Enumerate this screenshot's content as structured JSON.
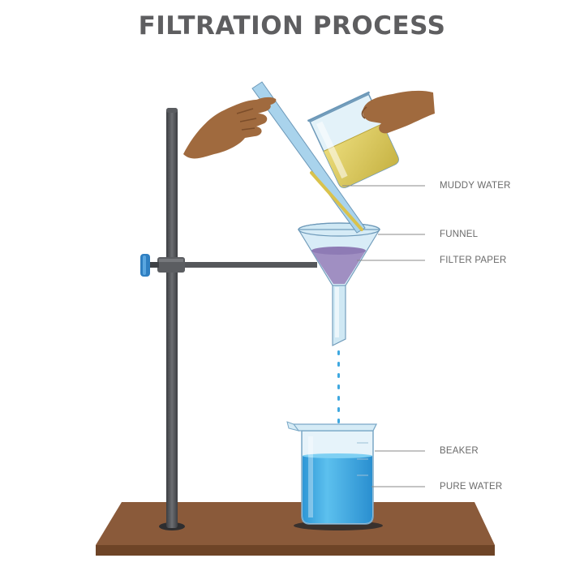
{
  "title": "FILTRATION PROCESS",
  "labels": {
    "muddy_water": "MUDDY WATER",
    "funnel": "FUNNEL",
    "filter_paper": "FILTER PAPER",
    "beaker": "BEAKER",
    "pure_water": "PURE WATER"
  },
  "colors": {
    "title": "#5e5e60",
    "label_text": "#6a6a6a",
    "table_top": "#8a5a3a",
    "stand_rod": "#4d4f53",
    "clamp_screw": "#2f7fc1",
    "glass": "#cfe8f4",
    "muddy_water": "#d8c45a",
    "filter_paper": "#a08fc2",
    "pure_water": "#3fa8e0",
    "skin": "#a06a3e"
  }
}
